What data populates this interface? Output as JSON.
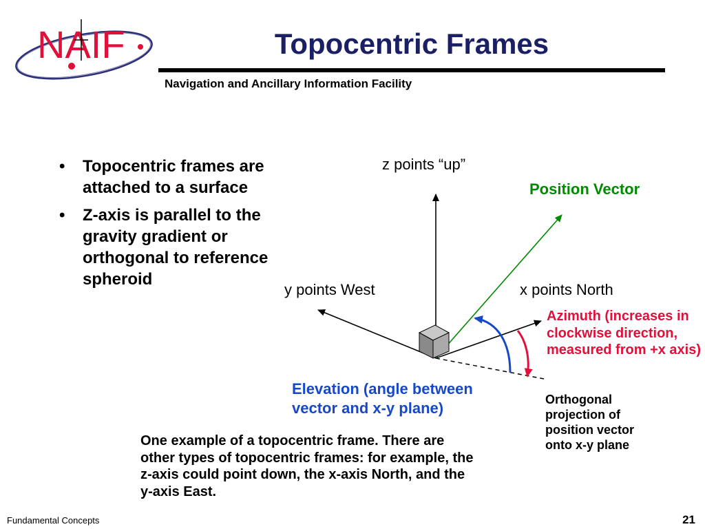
{
  "logo": {
    "text": "NAIF",
    "colors": {
      "main": "#e0103a",
      "orbit": "#2b2f7a"
    }
  },
  "header": {
    "title": "Topocentric Frames",
    "subtitle": "Navigation and Ancillary Information Facility"
  },
  "bullets": [
    {
      "symbol": "•",
      "text": "Topocentric frames are attached to a surface"
    },
    {
      "symbol": "•",
      "text": "Z-axis is parallel to the gravity gradient or orthogonal to reference spheroid"
    }
  ],
  "diagram": {
    "z_label": "z points “up”",
    "y_label": "y points West",
    "x_label": "x points North",
    "position_vector_label": "Position Vector",
    "azimuth_label": "Azimuth (increases in clockwise direction, measured from +x axis)",
    "elevation_label": "Elevation (angle between vector and x-y plane)",
    "projection_label": "Orthogonal projection of position vector onto x-y plane",
    "colors": {
      "position": "#008a00",
      "azimuth": "#e0103a",
      "elevation": "#1648c8",
      "axes": "#000000"
    }
  },
  "note": "One example of a topocentric frame.  There are other types of topocentric frames:  for example, the z-axis could point down, the x-axis North, and the y-axis East.",
  "footer": {
    "left": "Fundamental Concepts",
    "page": "21"
  }
}
